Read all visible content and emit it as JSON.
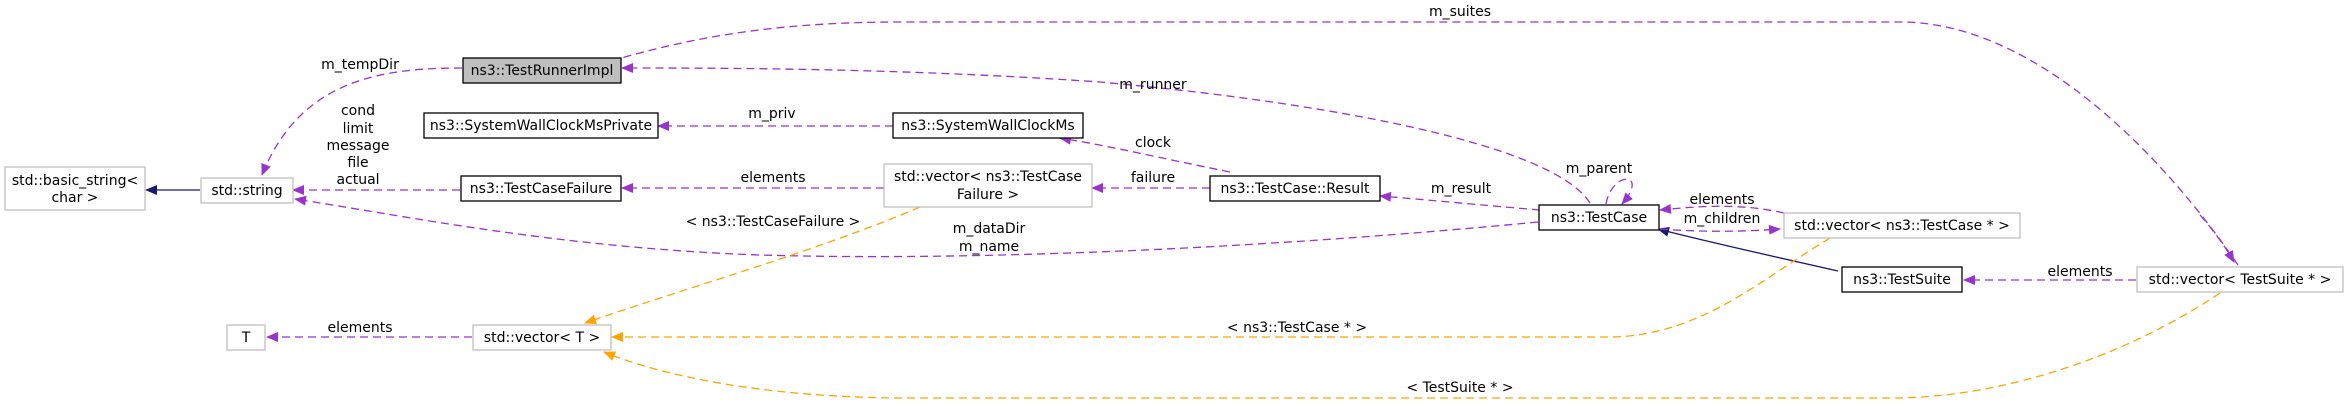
{
  "nodes": {
    "basic_string": [
      "std::basic_string<",
      "char >"
    ],
    "string": "std::string",
    "T": "T",
    "vector_T": "std::vector< T >",
    "test_runner_impl": "ns3::TestRunnerImpl",
    "swcm_private": "ns3::SystemWallClockMsPrivate",
    "swcm": "ns3::SystemWallClockMs",
    "test_case_failure": "ns3::TestCaseFailure",
    "vector_failure": [
      "std::vector< ns3::TestCase",
      "Failure >"
    ],
    "result": "ns3::TestCase::Result",
    "test_case": "ns3::TestCase",
    "vector_testcase": "std::vector< ns3::TestCase * >",
    "test_suite": "ns3::TestSuite",
    "vector_testsuite": "std::vector< TestSuite * >"
  },
  "edge_labels": {
    "m_suites": "m_suites",
    "m_tempDir": "m_tempDir",
    "m_runner": "m_runner",
    "m_priv": "m_priv",
    "clock": "clock",
    "string_members": [
      "cond",
      "limit",
      "message",
      "file",
      "actual"
    ],
    "elements_failure": "elements",
    "failure": "failure",
    "m_result": "m_result",
    "m_parent": "m_parent",
    "elements_testcase": "elements",
    "m_children": "m_children",
    "testcase_members": [
      "m_dataDir",
      "m_name"
    ],
    "tmpl_failure": "< ns3::TestCaseFailure >",
    "elements_testsuite": "elements",
    "elements_T": "elements",
    "tmpl_testcase": "< ns3::TestCase * >",
    "tmpl_testsuite": "< TestSuite * >"
  },
  "colors": {
    "member_edge": "#9a32cd",
    "template_edge": "#ffa500",
    "inheritance_edge": "#191970",
    "highlighted_node": "#bfbfbf"
  }
}
